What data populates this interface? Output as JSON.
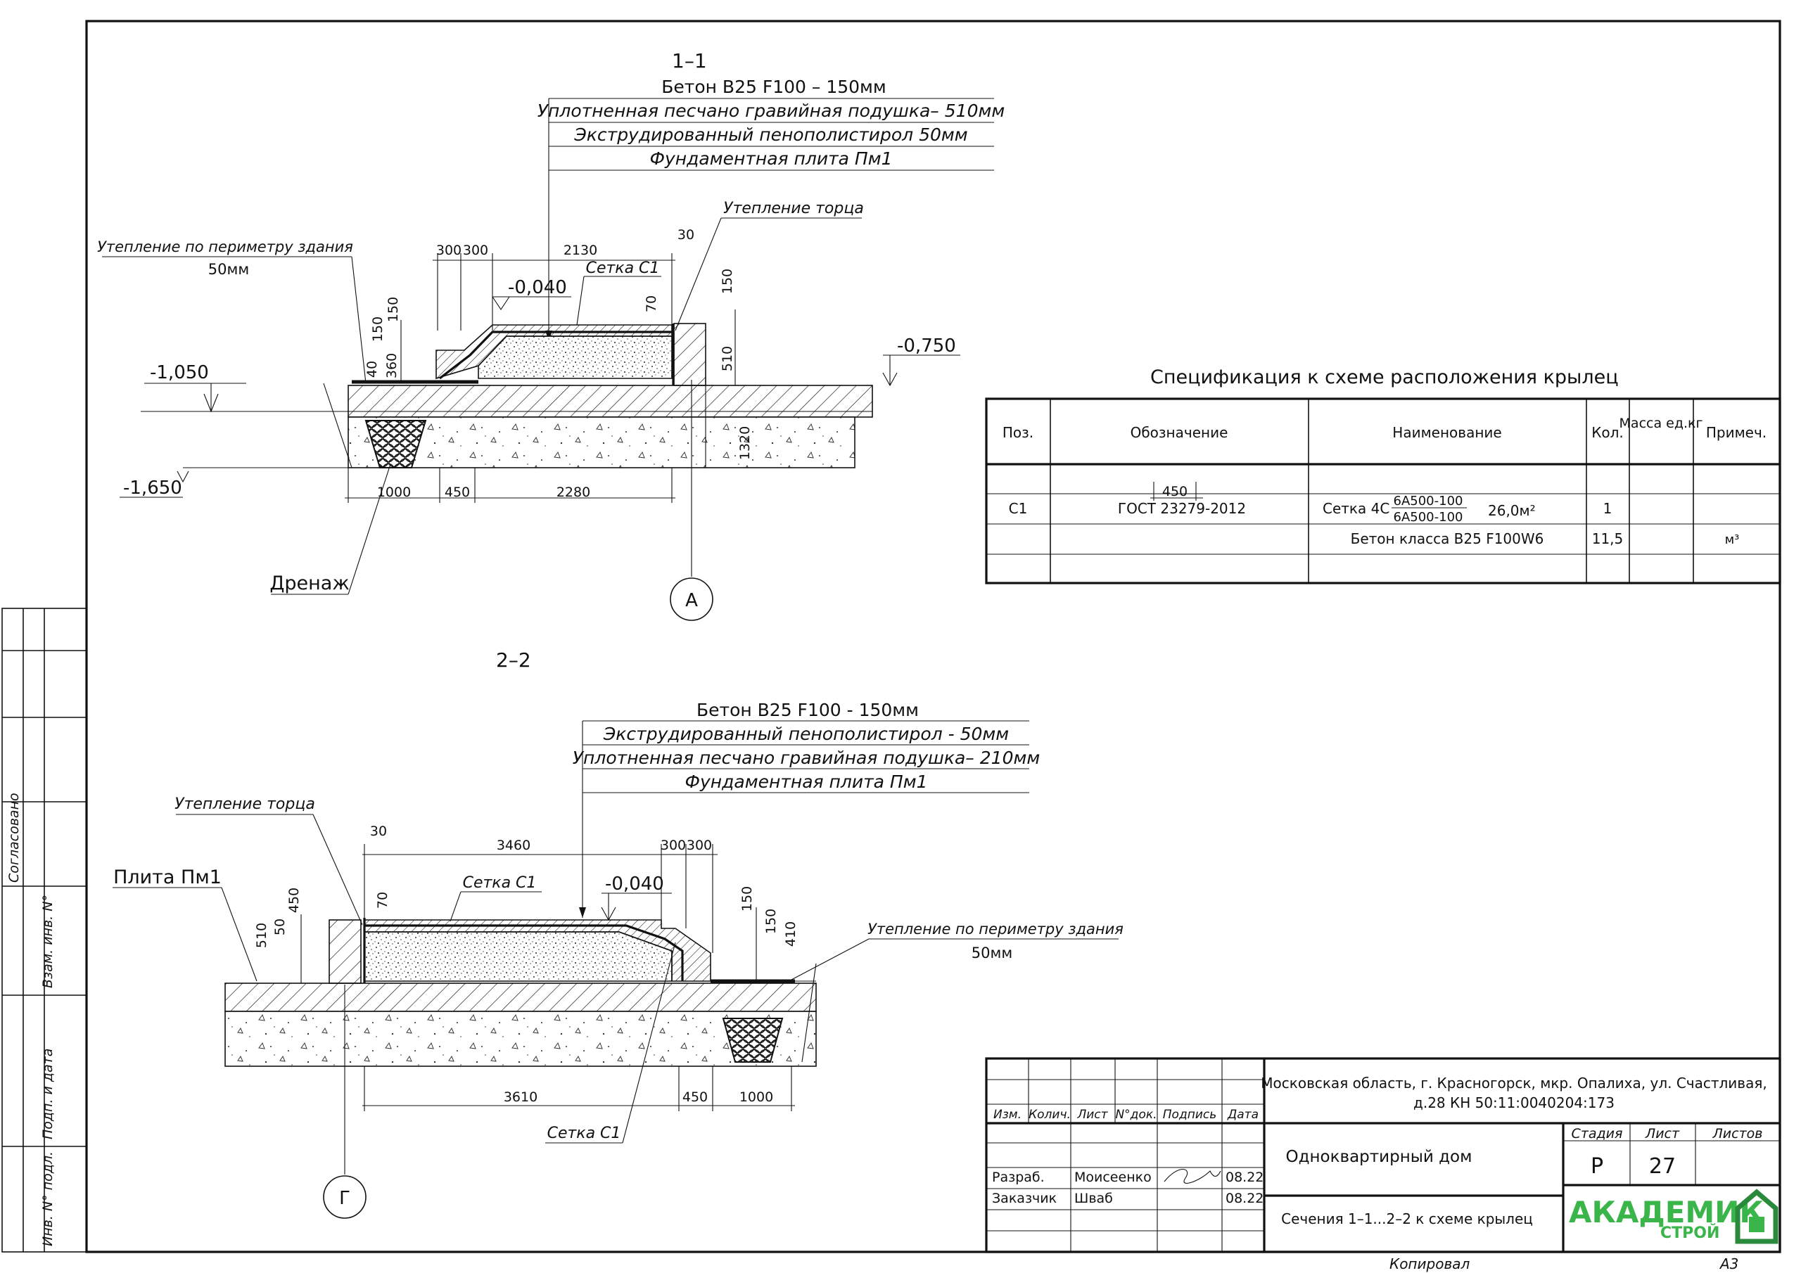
{
  "section_1": {
    "title": "1–1",
    "layers": [
      "Бетон B25 F100 – 150мм",
      "Уплотненная песчано гравийная подушка– 510мм",
      "Экструдированный пенополистирол 50мм",
      "Фундаментная плита Пм1"
    ],
    "labels": {
      "perimeter_insulation": "Утепление по периметру здания",
      "perimeter_thickness": "50мм",
      "end_insulation": "Утепление торца",
      "mesh": "Сетка С1",
      "drainage": "Дренаж",
      "axis": "А"
    },
    "levels": [
      "-0,040",
      "-1,050",
      "-0,750",
      "-1,650"
    ],
    "dims": {
      "top": [
        "300",
        "300",
        "2130",
        "30"
      ],
      "vertical": [
        "150",
        "150",
        "360",
        "40",
        "70",
        "150",
        "510",
        "1320"
      ],
      "bottom": [
        "1000",
        "450",
        "2280"
      ]
    }
  },
  "section_2": {
    "title": "2–2",
    "layers": [
      "Бетон B25 F100 - 150мм",
      "Экструдированный пенополистирол - 50мм",
      "Уплотненная песчано гравийная подушка– 210мм",
      "Фундаментная плита Пм1"
    ],
    "labels": {
      "end_insulation": "Утепление торца",
      "slab": "Плита Пм1",
      "mesh": "Сетка С1",
      "mesh_bottom": "Сетка С1",
      "perimeter_insulation": "Утепление по периметру здания",
      "perimeter_thickness": "50мм",
      "axis": "Г"
    },
    "levels": [
      "-0,040"
    ],
    "dims": {
      "top": [
        "30",
        "3460",
        "300",
        "300"
      ],
      "vertical": [
        "450",
        "50",
        "510",
        "70",
        "150",
        "150",
        "410"
      ],
      "bottom": [
        "3610",
        "450",
        "1000"
      ]
    }
  },
  "spec": {
    "title": "Спецификация к схеме расположения крылец",
    "headers": [
      "Поз.",
      "Обозначение",
      "Наименование",
      "Кол.",
      "Масса ед.кг",
      "Примеч."
    ],
    "row1": {
      "pos": "С1",
      "designation": "ГОСТ 23279-2012",
      "dim": "450",
      "name": "Сетка 4С",
      "frac_top": "6А500-100",
      "frac_bottom": "6А500-100",
      "area": "26,0м²",
      "qty": "1",
      "mass": "",
      "note": ""
    },
    "row2": {
      "pos": "",
      "designation": "",
      "name": "Бетон класса B25 F100W6",
      "qty": "11,5",
      "mass": "",
      "note": "м³"
    }
  },
  "stamp": {
    "address": "Московская область, г. Красногорск, мкр. Опалиха, ул. Счастливая,",
    "address2": "д.28 КН 50:11:0040204:173",
    "project": "Одноквартирный дом",
    "sheet_title": "Сечения 1–1...2–2 к схеме крылец",
    "col_headers": [
      "Изм.",
      "Колич.",
      "Лист",
      "N°док.",
      "Подпись",
      "Дата"
    ],
    "stage_label": "Стадия",
    "sheet_label": "Лист",
    "sheets_label": "Листов",
    "stage": "Р",
    "sheet": "27",
    "sheets": "",
    "rows": [
      {
        "role": "Разраб.",
        "name": "Моисеенко",
        "date": "08.22"
      },
      {
        "role": "Заказчик",
        "name": "Шваб",
        "date": "08.22"
      }
    ],
    "logo_main": "АКАДЕМИК",
    "logo_sub": "СТРОЙ"
  },
  "side_stamp": [
    "Согласовано",
    "Взам. инв. N°",
    "Подп. и дата",
    "Инв. N° подл."
  ],
  "footer": {
    "copied": "Копировал",
    "format": "А3"
  },
  "colors": {
    "line": "#111111",
    "logo_green": "#39b54a",
    "logo_dark": "#2a8a3c"
  }
}
